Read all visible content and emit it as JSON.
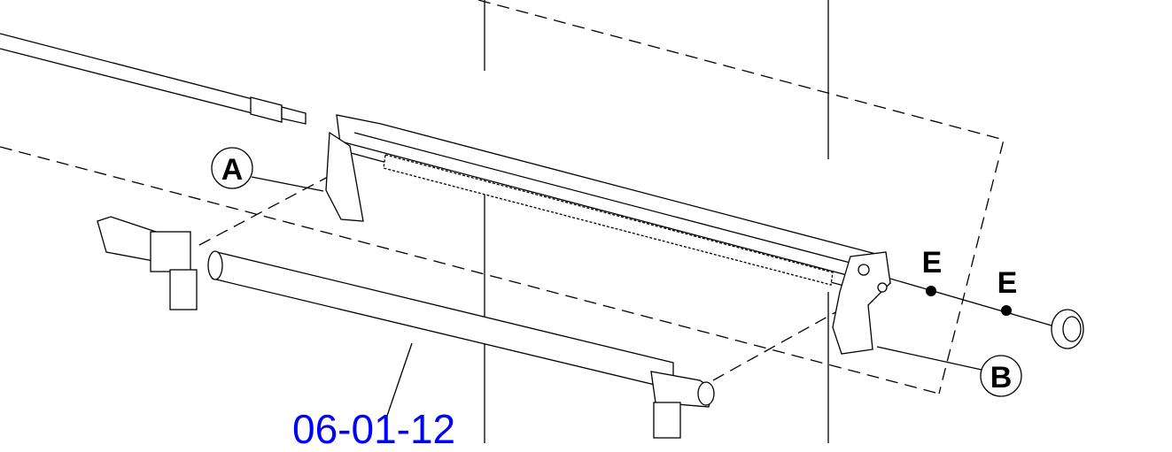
{
  "callouts": {
    "a": "A",
    "b": "B",
    "e1": "E",
    "e2": "E"
  },
  "reference_link": "06-01-12",
  "colors": {
    "link": "#0000ff",
    "line": "#000000"
  }
}
